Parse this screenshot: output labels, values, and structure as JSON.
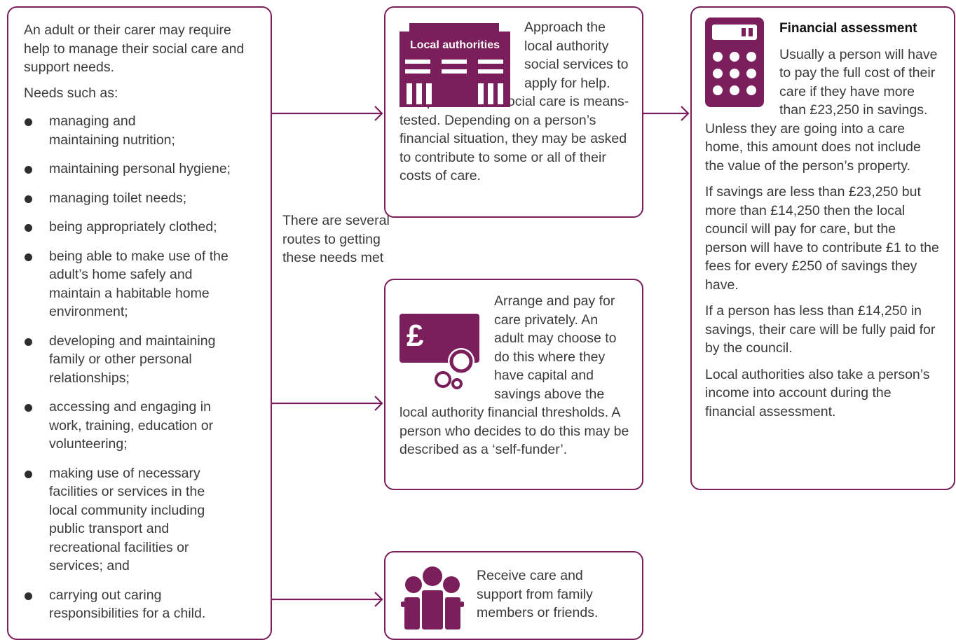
{
  "left": {
    "intro": "An adult or their carer may require help to manage their social care and support needs.",
    "needs_heading": "Needs such as:",
    "needs": [
      "managing and maintaining nutrition;",
      "maintaining personal hygiene;",
      "managing toilet needs;",
      "being appropriately clothed;",
      "being able to make use of the adult’s home safely and maintain a habitable home environment;",
      "developing and maintaining family or other personal relationships;",
      "accessing and engaging in work, training, education or volunteering;",
      "making use of necessary facilities or services in the local community including public transport and recreational facilities or services; and",
      "carrying out caring responsibilities for a child."
    ]
  },
  "routes_text": "There are several routes to getting these needs met",
  "local_authority": {
    "icon_label": "Local authorities",
    "icon": "building-icon",
    "text_approach": "Approach the local authority social services to apply for help.",
    "text_means_tested": "The provision of social care is means-tested. Depending on a person’s financial situation, they may be asked to contribute to some or all of their costs of care."
  },
  "private_pay": {
    "icon": "pound-card-coins-icon",
    "text": "Arrange and pay for care privately. An adult may choose to do this where they have capital and savings above the local authority financial thresholds. A person who decides to do this may be described as a ‘self-funder’."
  },
  "family": {
    "icon": "family-group-icon",
    "text": "Receive care and support from family members or friends."
  },
  "financial_assessment": {
    "icon": "calculator-icon",
    "title": "Financial assessment",
    "para1": "Usually a person will have to pay the full cost of their care if they have more than £23,250 in savings. Unless they are going into a care home, this amount does not include the value of the person’s property.",
    "para2": "If savings are less than £23,250 but more than £14,250 then the local council will pay for care, but the person will have to contribute £1 to the fees for every £250 of savings they have.",
    "para3": "If a person has less than £14,250 in savings, their care will be fully paid for by the council.",
    "para4": "Local authorities also take a person’s income into account during the financial assessment."
  },
  "colors": {
    "accent": "#7a1f5c",
    "text": "#3a3a3a"
  }
}
